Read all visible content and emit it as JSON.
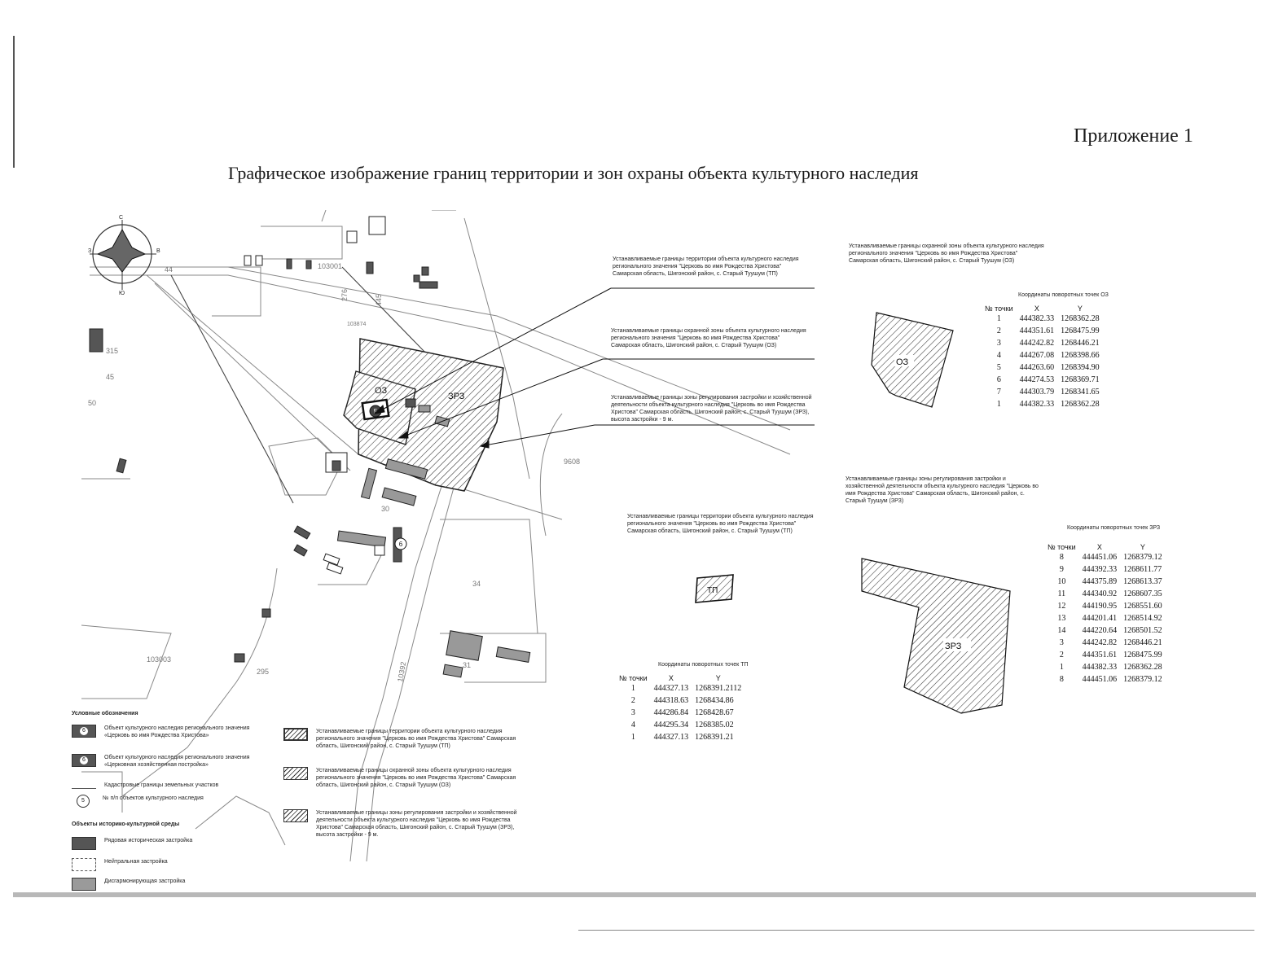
{
  "appendix": "Приложение 1",
  "title": "Графическое изображение границ территории и зон охраны объекта культурного наследия",
  "compass": {
    "n": "С",
    "s": "Ю",
    "e": "В",
    "w": "З"
  },
  "map_labels": {
    "q1": "103001",
    "q2": "103003",
    "q3": "103874",
    "n9608": "9608",
    "p30": "30",
    "p34": "34",
    "p31": "31",
    "p295": "295",
    "p315": "315",
    "p45": "45",
    "p50": "50",
    "p44": "44",
    "p276": "276",
    "p445": "445",
    "p392": "10392",
    "zone_oz": "ОЗ",
    "zone_zrz": "ЗРЗ",
    "obj5": "5",
    "obj6": "6"
  },
  "callouts": {
    "tp": "Устанавливаемые границы территории объекта культурного наследия регионального значения \"Церковь во имя Рождества Христова\" Самарская область, Шигонский район, с. Старый Туушум (ТП)",
    "oz": "Устанавливаемые границы охранной зоны объекта культурного наследия регионального значения \"Церковь во имя Рождества Христова\" Самарская область, Шигонский район, с. Старый Туушум (ОЗ)",
    "zrz": "Устанавливаемые границы зоны регулирования застройки и хозяйственной деятельности объекта культурного наследия \"Церковь во имя Рождества Христова\" Самарская область, Шигонский район, с. Старый Туушум (ЗРЗ), высота застройки - 9 м."
  },
  "oz_panel": {
    "caption": "Устанавливаемые границы охранной зоны объекта культурного наследия регионального значения \"Церковь во имя Рождества Христова\" Самарская область, Шигонский район, с. Старый Туушум (ОЗ)",
    "shape_label": "ОЗ",
    "table_title": "Координаты поворотных точек ОЗ",
    "headers": [
      "№ точки",
      "X",
      "Y"
    ],
    "rows": [
      [
        "1",
        "444382.33",
        "1268362.28"
      ],
      [
        "2",
        "444351.61",
        "1268475.99"
      ],
      [
        "3",
        "444242.82",
        "1268446.21"
      ],
      [
        "4",
        "444267.08",
        "1268398.66"
      ],
      [
        "5",
        "444263.60",
        "1268394.90"
      ],
      [
        "6",
        "444274.53",
        "1268369.71"
      ],
      [
        "7",
        "444303.79",
        "1268341.65"
      ],
      [
        "1",
        "444382.33",
        "1268362.28"
      ]
    ]
  },
  "zrz_panel": {
    "caption": "Устанавливаемые границы зоны регулирования застройки и хозяйственной деятельности объекта культурного наследия \"Церковь во имя Рождества Христова\" Самарская область, Шигонский район, с. Старый Туушум (ЗРЗ)",
    "shape_label": "ЗРЗ",
    "table_title": "Координаты поворотных точек ЗРЗ",
    "headers": [
      "№ точки",
      "X",
      "Y"
    ],
    "rows": [
      [
        "8",
        "444451.06",
        "1268379.12"
      ],
      [
        "9",
        "444392.33",
        "1268611.77"
      ],
      [
        "10",
        "444375.89",
        "1268613.37"
      ],
      [
        "11",
        "444340.92",
        "1268607.35"
      ],
      [
        "12",
        "444190.95",
        "1268551.60"
      ],
      [
        "13",
        "444201.41",
        "1268514.92"
      ],
      [
        "14",
        "444220.64",
        "1268501.52"
      ],
      [
        "3",
        "444242.82",
        "1268446.21"
      ],
      [
        "2",
        "444351.61",
        "1268475.99"
      ],
      [
        "1",
        "444382.33",
        "1268362.28"
      ],
      [
        "8",
        "444451.06",
        "1268379.12"
      ]
    ]
  },
  "tp_panel": {
    "caption": "Устанавливаемые границы территории объекта культурного наследия регионального значения \"Церковь во имя Рождества Христова\" Самарская область, Шигонский район, с. Старый Туушум (ТП)",
    "shape_label": "ТП",
    "table_title": "Координаты поворотных точек ТП",
    "headers": [
      "№ точки",
      "X",
      "Y"
    ],
    "rows": [
      [
        "1",
        "444327.13",
        "1268391.2112"
      ],
      [
        "2",
        "444318.63",
        "1268434.86"
      ],
      [
        "3",
        "444286.84",
        "1268428.67"
      ],
      [
        "4",
        "444295.34",
        "1268385.02"
      ],
      [
        "1",
        "444327.13",
        "1268391.21"
      ]
    ]
  },
  "legend": {
    "title": "Условные обозначения",
    "obj_church": "Объект культурного наследия регионального значения «Церковь во имя Рождества Христова»",
    "obj_build": "Объект культурного наследия регионального значения «Церковная хозяйственная постройка»",
    "cadastral": "Кадастровые границы земельных участков",
    "numbering": "№ п/п объектов культурного наследия",
    "env_title": "Объекты историко-культурной среды",
    "env_ordinary": "Рядовая историческая застройка",
    "env_neutral": "Нейтральная застройка",
    "env_dissonant": "Дисгармонирующая застройка",
    "zone_tp": "Устанавливаемые границы территории объекта культурного наследия регионального значения \"Церковь во имя Рождества Христова\" Самарская область, Шигонский район, с. Старый Туушум (ТП)",
    "zone_oz": "Устанавливаемые границы охранной зоны объекта культурного наследия регионального значения \"Церковь во имя Рождества Христова\" Самарская область, Шигонский район, с. Старый Туушум (ОЗ)",
    "zone_zrz": "Устанавливаемые границы зоны регулирования застройки и хозяйственной деятельности объекта культурного наследия \"Церковь во имя Рождества Христова\" Самарская область, Шигонский район, с. Старый Туушум (ЗРЗ), высота застройки - 9 м.",
    "sym5": "5",
    "sym6": "6"
  }
}
